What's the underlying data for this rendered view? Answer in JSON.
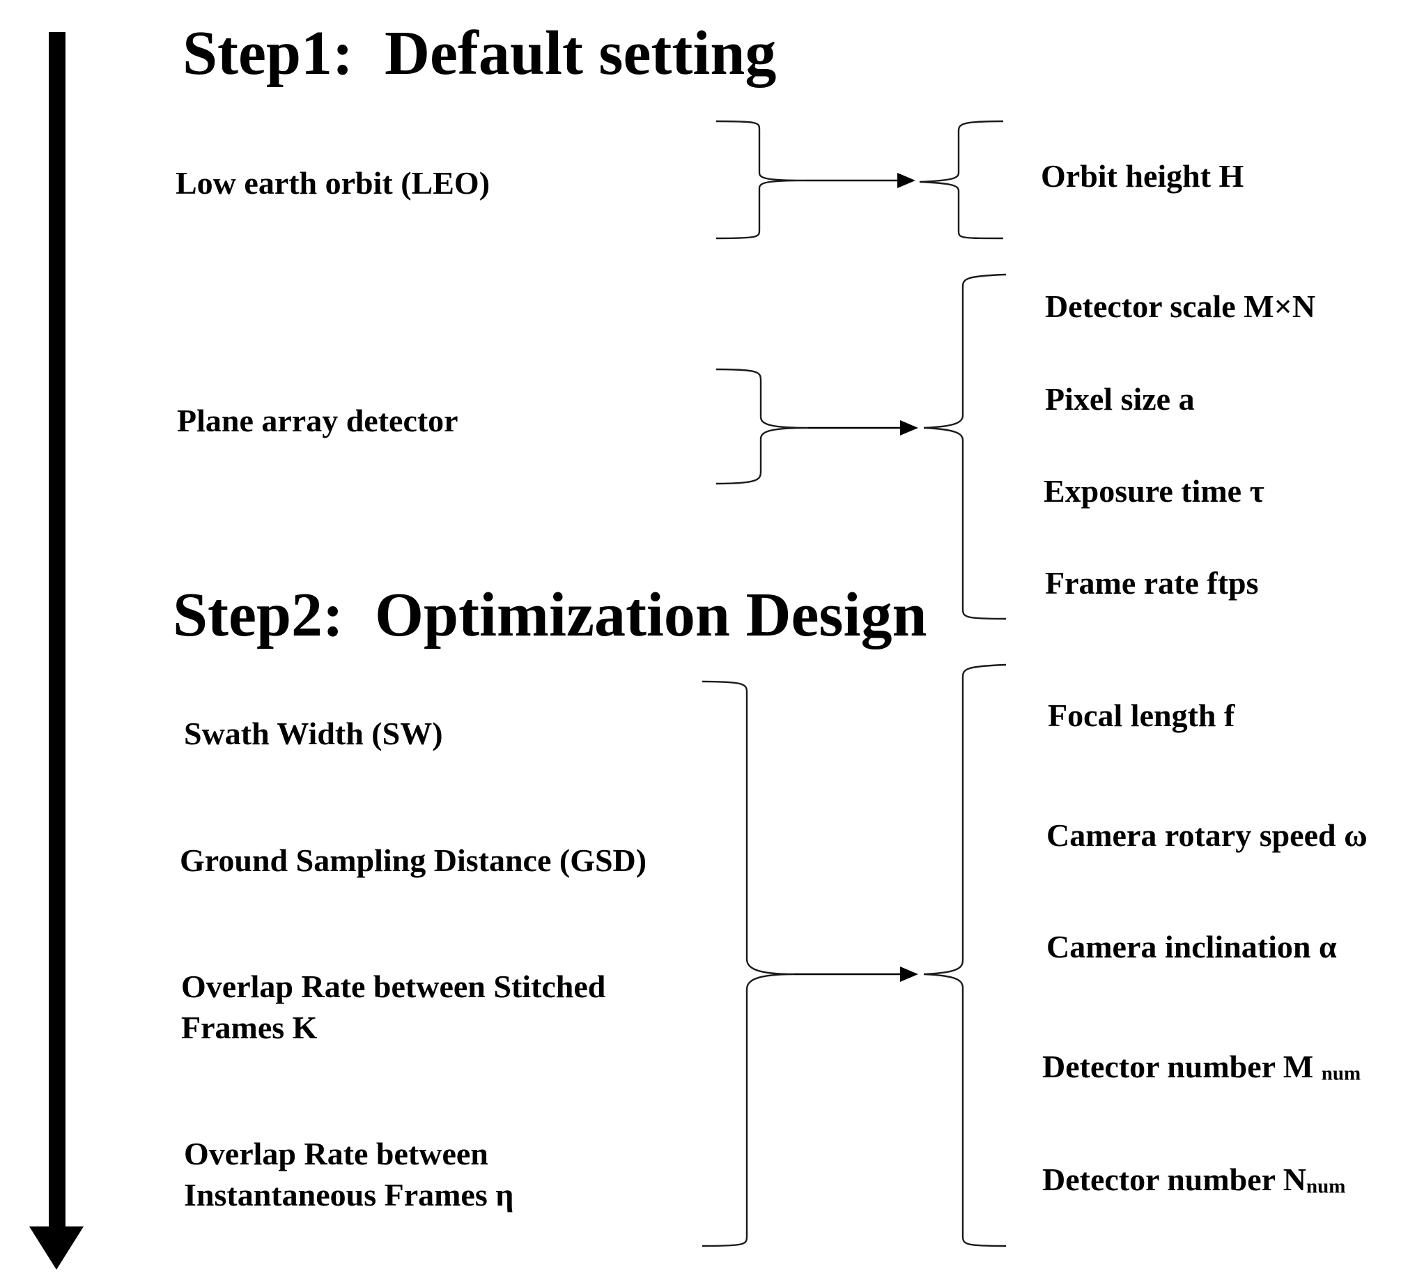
{
  "step1": {
    "title": "Step1:  Default setting",
    "inputs": {
      "leo": "Low earth orbit  (LEO)",
      "detector": "Plane array detector"
    },
    "outputs": {
      "orbit_height": "Orbit height H",
      "detector_scale": "Detector scale M×N",
      "pixel_size": "Pixel size a",
      "exposure_time": "Exposure time τ",
      "frame_rate": "Frame rate ftps"
    }
  },
  "step2": {
    "title": "Step2:  Optimization Design",
    "inputs": {
      "swath_width": "Swath Width (SW)",
      "gsd": "Ground Sampling Distance (GSD)",
      "overlap_stitched_line1": "Overlap Rate between Stitched",
      "overlap_stitched_line2": "Frames K",
      "overlap_instant_line1": "Overlap Rate between",
      "overlap_instant_line2": "Instantaneous Frames η"
    },
    "outputs": {
      "focal_length": "Focal length f",
      "rotary_speed": "Camera rotary   speed ω",
      "inclination": "Camera inclination α",
      "detector_m_main": "Detector number M ",
      "detector_m_sub": "num",
      "detector_n_main": "Detector number N",
      "detector_n_sub": "num"
    }
  }
}
